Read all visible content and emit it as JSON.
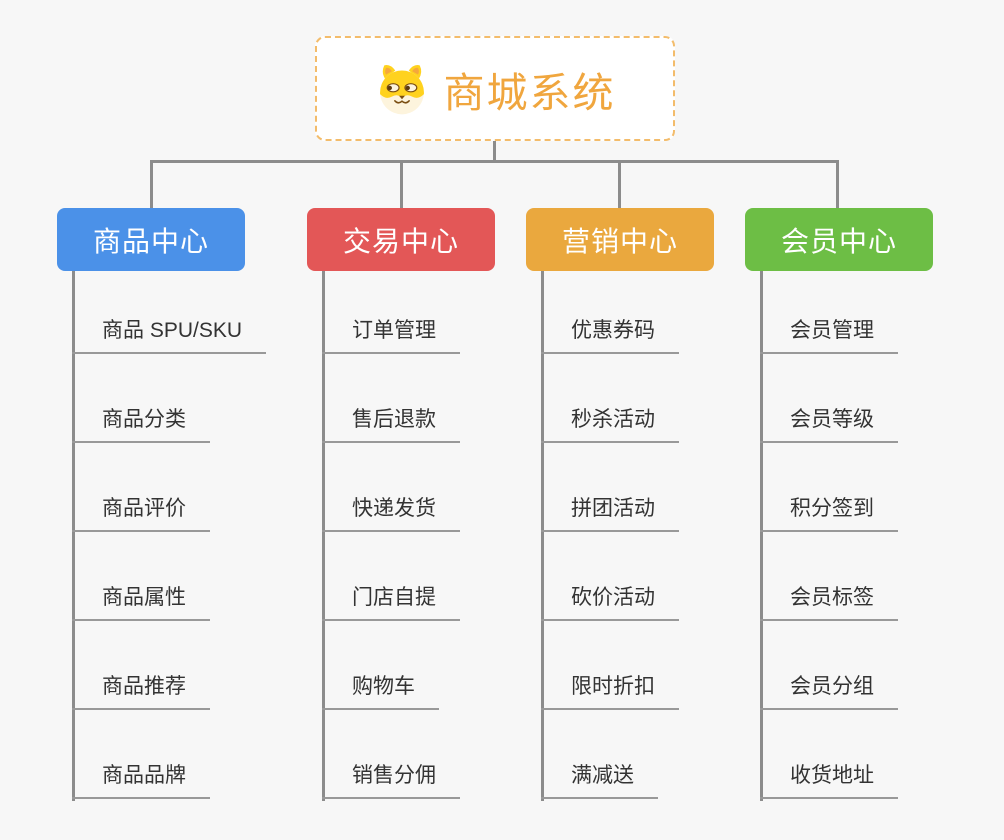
{
  "root": {
    "title": "商城系统",
    "icon": "dog-face-icon"
  },
  "colors": {
    "background": "#f7f7f7",
    "root_border": "#f3bc6b",
    "root_title": "#f0a63e",
    "connector": "#8c8c8c",
    "child_underline": "#999999",
    "child_text": "#333333"
  },
  "branches": [
    {
      "label": "商品中心",
      "color": "#4b91e8",
      "children": [
        "商品 SPU/SKU",
        "商品分类",
        "商品评价",
        "商品属性",
        "商品推荐",
        "商品品牌"
      ]
    },
    {
      "label": "交易中心",
      "color": "#e35757",
      "children": [
        "订单管理",
        "售后退款",
        "快递发货",
        "门店自提",
        "购物车",
        "销售分佣"
      ]
    },
    {
      "label": "营销中心",
      "color": "#eaa83e",
      "children": [
        "优惠券码",
        "秒杀活动",
        "拼团活动",
        "砍价活动",
        "限时折扣",
        "满减送"
      ]
    },
    {
      "label": "会员中心",
      "color": "#6dbe45",
      "children": [
        "会员管理",
        "会员等级",
        "积分签到",
        "会员标签",
        "会员分组",
        "收货地址"
      ]
    }
  ]
}
